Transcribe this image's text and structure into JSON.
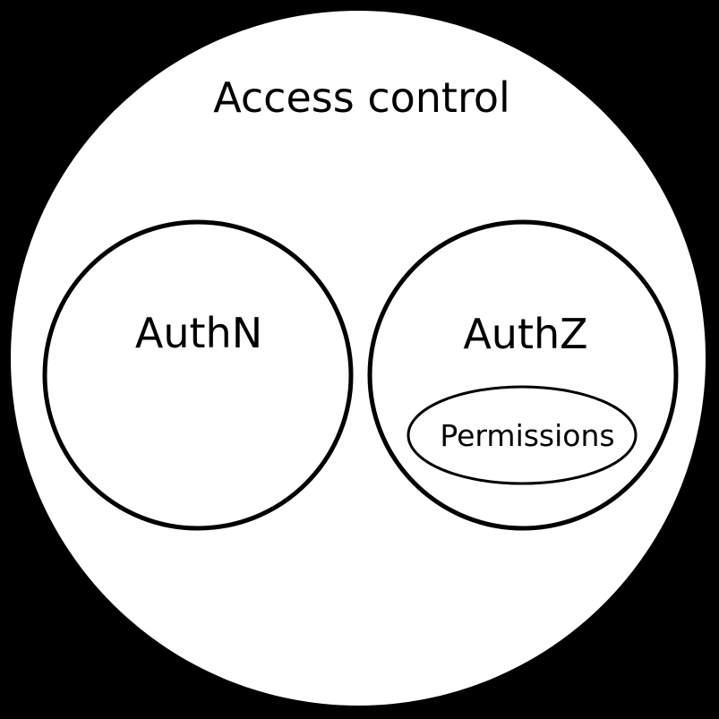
{
  "diagram": {
    "title": "Access control",
    "sets": [
      {
        "label": "AuthN",
        "children": []
      },
      {
        "label": "AuthZ",
        "children": [
          {
            "label": "Permissions"
          }
        ]
      }
    ]
  },
  "colors": {
    "background": "#000000",
    "container_fill": "#ffffff",
    "stroke": "#000000",
    "text": "#000000"
  }
}
